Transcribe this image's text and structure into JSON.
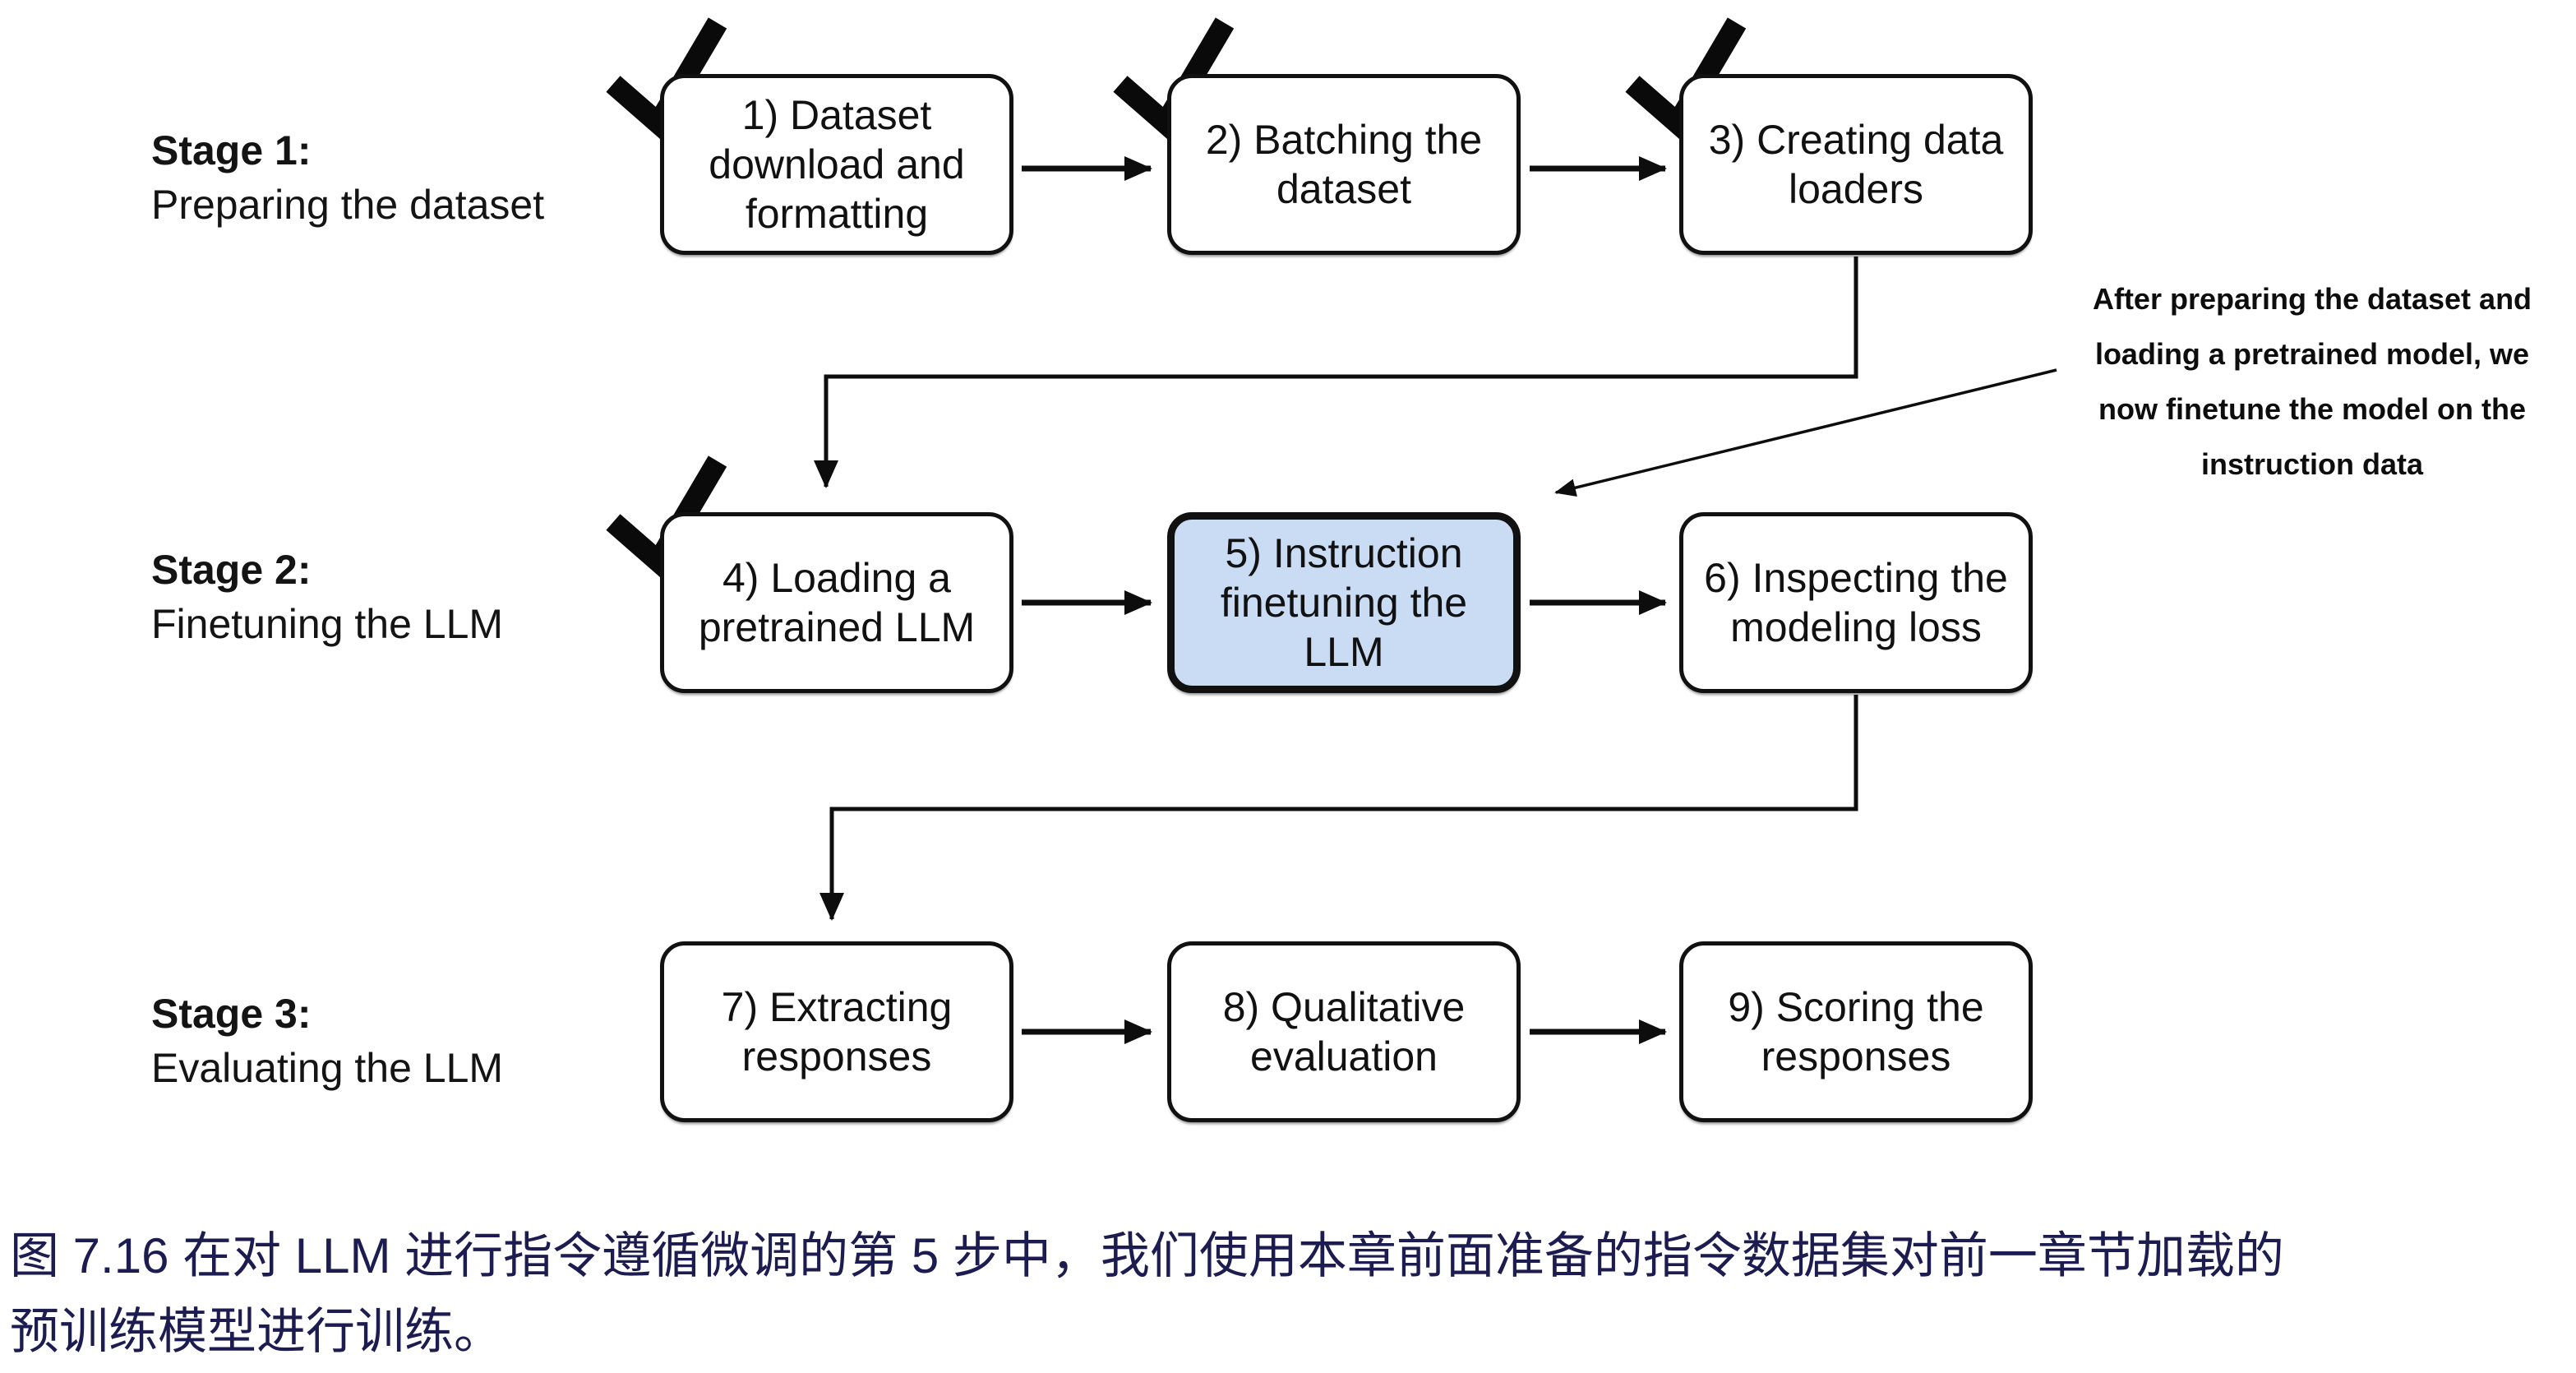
{
  "figure": {
    "stages": [
      {
        "title": "Stage 1:",
        "subtitle": "Preparing the dataset"
      },
      {
        "title": "Stage 2:",
        "subtitle": "Finetuning the LLM"
      },
      {
        "title": "Stage 3:",
        "subtitle": "Evaluating the LLM"
      }
    ],
    "boxes": [
      {
        "text": "1) Dataset download and formatting",
        "checked": true,
        "highlighted": false
      },
      {
        "text": "2) Batching the dataset",
        "checked": true,
        "highlighted": false
      },
      {
        "text": "3) Creating data loaders",
        "checked": true,
        "highlighted": false
      },
      {
        "text": "4) Loading a pretrained LLM",
        "checked": true,
        "highlighted": false
      },
      {
        "text": "5) Instruction finetuning the LLM",
        "checked": false,
        "highlighted": true
      },
      {
        "text": "6) Inspecting the modeling loss",
        "checked": false,
        "highlighted": false
      },
      {
        "text": "7) Extracting responses",
        "checked": false,
        "highlighted": false
      },
      {
        "text": "8) Qualitative evaluation",
        "checked": false,
        "highlighted": false
      },
      {
        "text": "9) Scoring the responses",
        "checked": false,
        "highlighted": false
      }
    ],
    "annotation": {
      "lines": [
        "After preparing the dataset and",
        "loading a pretrained model, we",
        "now finetune the model on the",
        "instruction data"
      ]
    },
    "colors": {
      "highlight_fill": "#c9dcf4",
      "stroke": "#0d0d0d",
      "caption": "#1c1c50"
    }
  },
  "caption": {
    "lines": [
      "图 7.16 在对 LLM 进行指令遵循微调的第 5 步中，我们使用本章前面准备的指令数据集对前一章节加载的",
      "预训练模型进行训练。"
    ]
  }
}
